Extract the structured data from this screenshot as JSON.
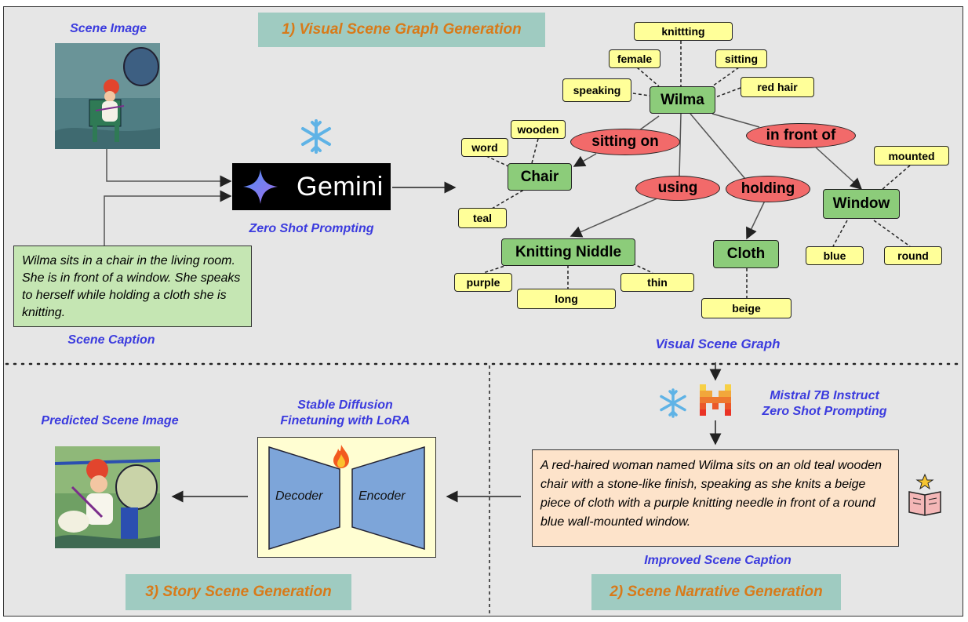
{
  "sections": {
    "s1_title": "1) Visual Scene Graph Generation",
    "s2_title": "2) Scene Narrative Generation",
    "s3_title": "3) Story Scene Generation"
  },
  "labels": {
    "scene_image": "Scene Image",
    "scene_caption": "Scene Caption",
    "zero_shot": "Zero Shot Prompting",
    "visual_scene_graph": "Visual Scene Graph",
    "mistral_line1": "Mistral 7B Instruct",
    "mistral_line2": "Zero Shot Prompting",
    "improved_caption": "Improved Scene Caption",
    "stable_line1": "Stable Diffusion",
    "stable_line2": "Finetuning with LoRA",
    "predicted_image": "Predicted Scene Image",
    "decoder": "Decoder",
    "encoder": "Encoder"
  },
  "gemini": {
    "name": "Gemini"
  },
  "scene_caption_text": "Wilma sits in a chair in the living room. She is in front of a window. She speaks to herself while holding a cloth she is knitting.",
  "improved_caption_text": "A red-haired woman named Wilma sits on an old teal wooden chair with a stone-like finish, speaking as she knits a beige piece of cloth with a purple knitting needle in front of a round blue wall-mounted window.",
  "graph": {
    "objects": {
      "wilma": "Wilma",
      "chair": "Chair",
      "knitting_niddle": "Knitting Niddle",
      "cloth": "Cloth",
      "window": "Window"
    },
    "relations": {
      "sitting_on": "sitting on",
      "in_front_of": "in front of",
      "using": "using",
      "holding": "holding"
    },
    "attributes": {
      "knitting": "knittting",
      "female": "female",
      "sitting": "sitting",
      "speaking": "speaking",
      "red_hair": "red hair",
      "wooden": "wooden",
      "word": "word",
      "teal": "teal",
      "mounted": "mounted",
      "blue": "blue",
      "round": "round",
      "purple": "purple",
      "long": "long",
      "thin": "thin",
      "beige": "beige"
    }
  },
  "icons": {
    "snowflake_1": "snowflake-icon",
    "snowflake_2": "snowflake-icon",
    "fire": "fire-icon",
    "mistral": "mistral-logo",
    "book": "book-icon"
  },
  "colors": {
    "title_bg": "#9fcbc1",
    "title_text": "#d87a19",
    "blue_label": "#3b3bde",
    "attribute": "#ffff99",
    "object": "#8ccc7a",
    "relation": "#f26a6a",
    "caption_bg": "#c5e6b3",
    "story_bg": "#fde3ca",
    "sd_bg": "#fffed2",
    "trapezoid": "#7da5d9"
  }
}
